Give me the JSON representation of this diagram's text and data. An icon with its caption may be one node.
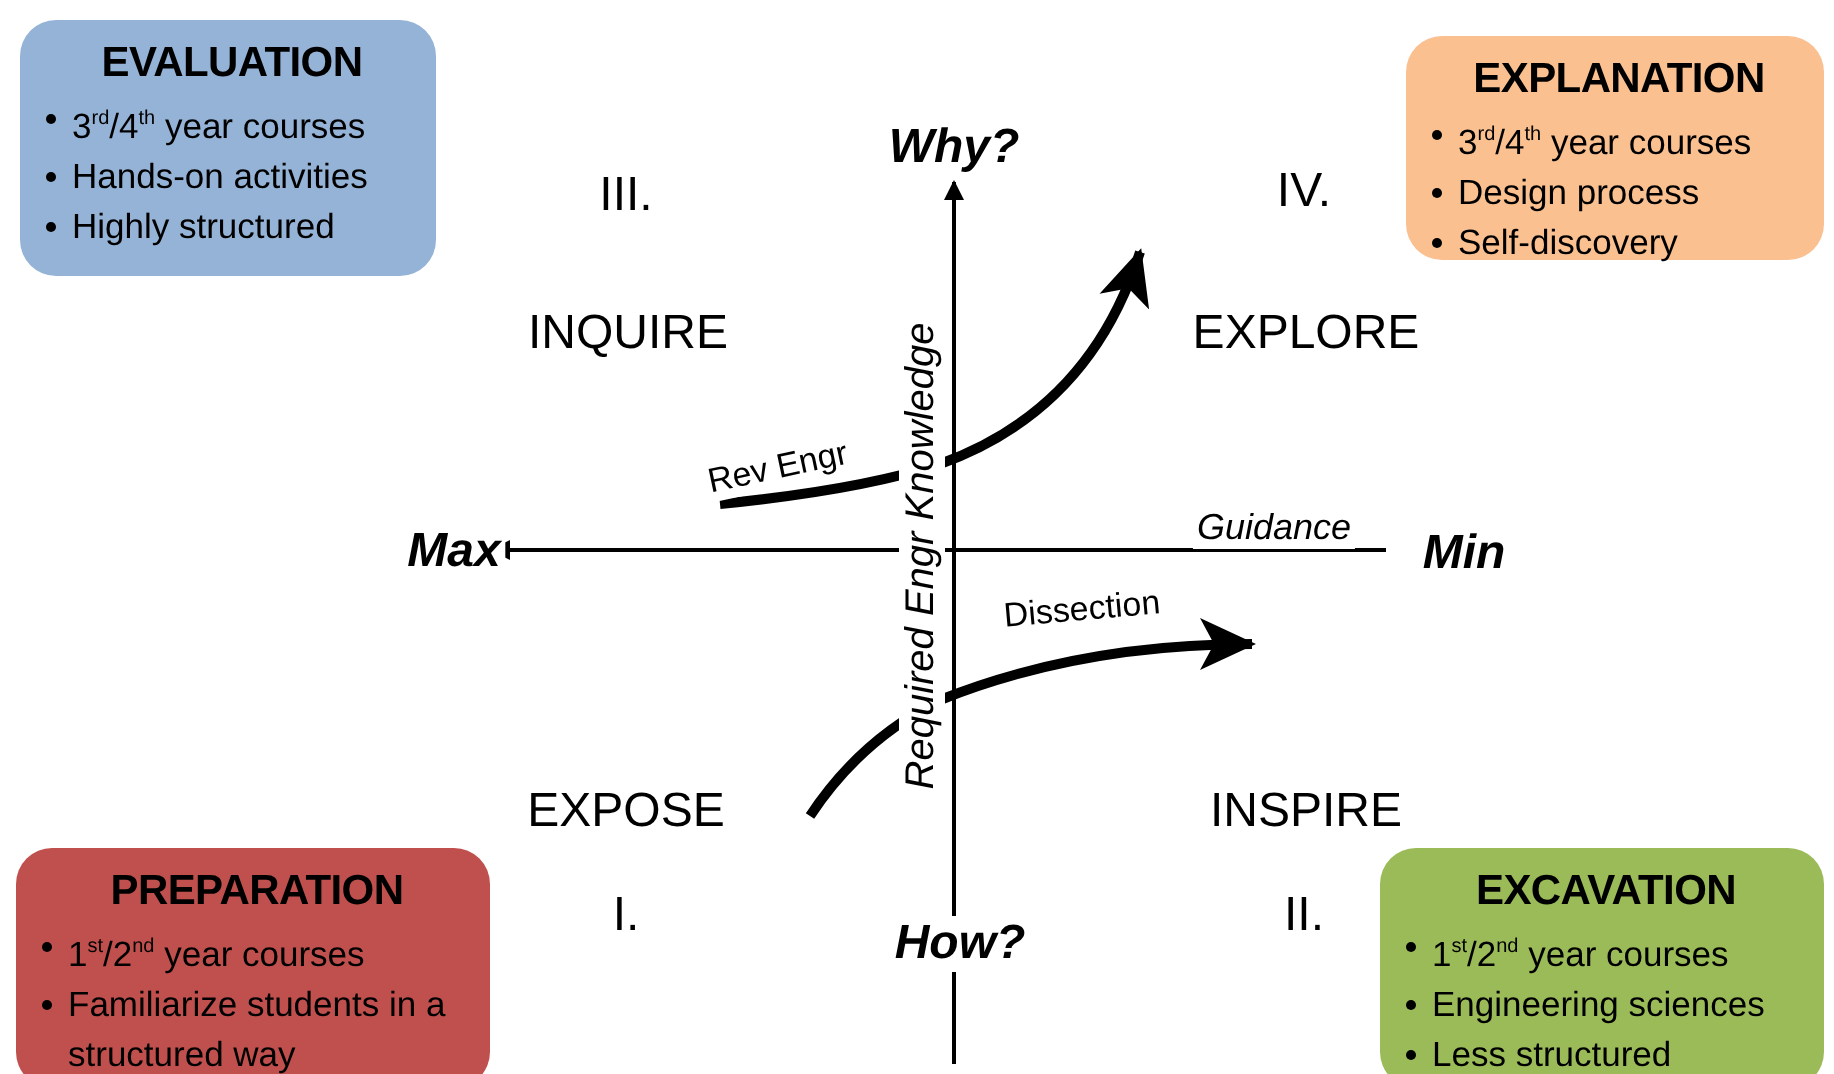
{
  "diagram": {
    "nodes": [
      {
        "text": [
          "EVALUATION",
          "3$^{rd}$/4$^{th}$ year courses",
          "Hands-on activities",
          "Highly structured"
        ]
      },
      {
        "text": [
          "EXPLANATION",
          "3$^{rd}$/4$^{th}$ year courses",
          "Design process",
          "Self-discovery"
        ]
      },
      {
        "text": [
          "PREPARATION",
          "1$^{st}$/2$^{nd}$ year courses",
          "Familiarize students in a structured way"
        ]
      },
      {
        "text": [
          "EXCAVATION",
          "1$^{st}$/2$^{nd}$ year courses",
          "Engineering sciences",
          "Less structured"
        ]
      }
    ],
    "labels": [
      "Why?",
      "III.",
      "IV.",
      "INQUIRE",
      "EXPLORE",
      "Rev Engr",
      "Max",
      "Guidance",
      "Min",
      "Required Engr Knowledge",
      "Dissection",
      "EXPOSE",
      "INSPIRE",
      "I.",
      "II.",
      "How?"
    ]
  }
}
